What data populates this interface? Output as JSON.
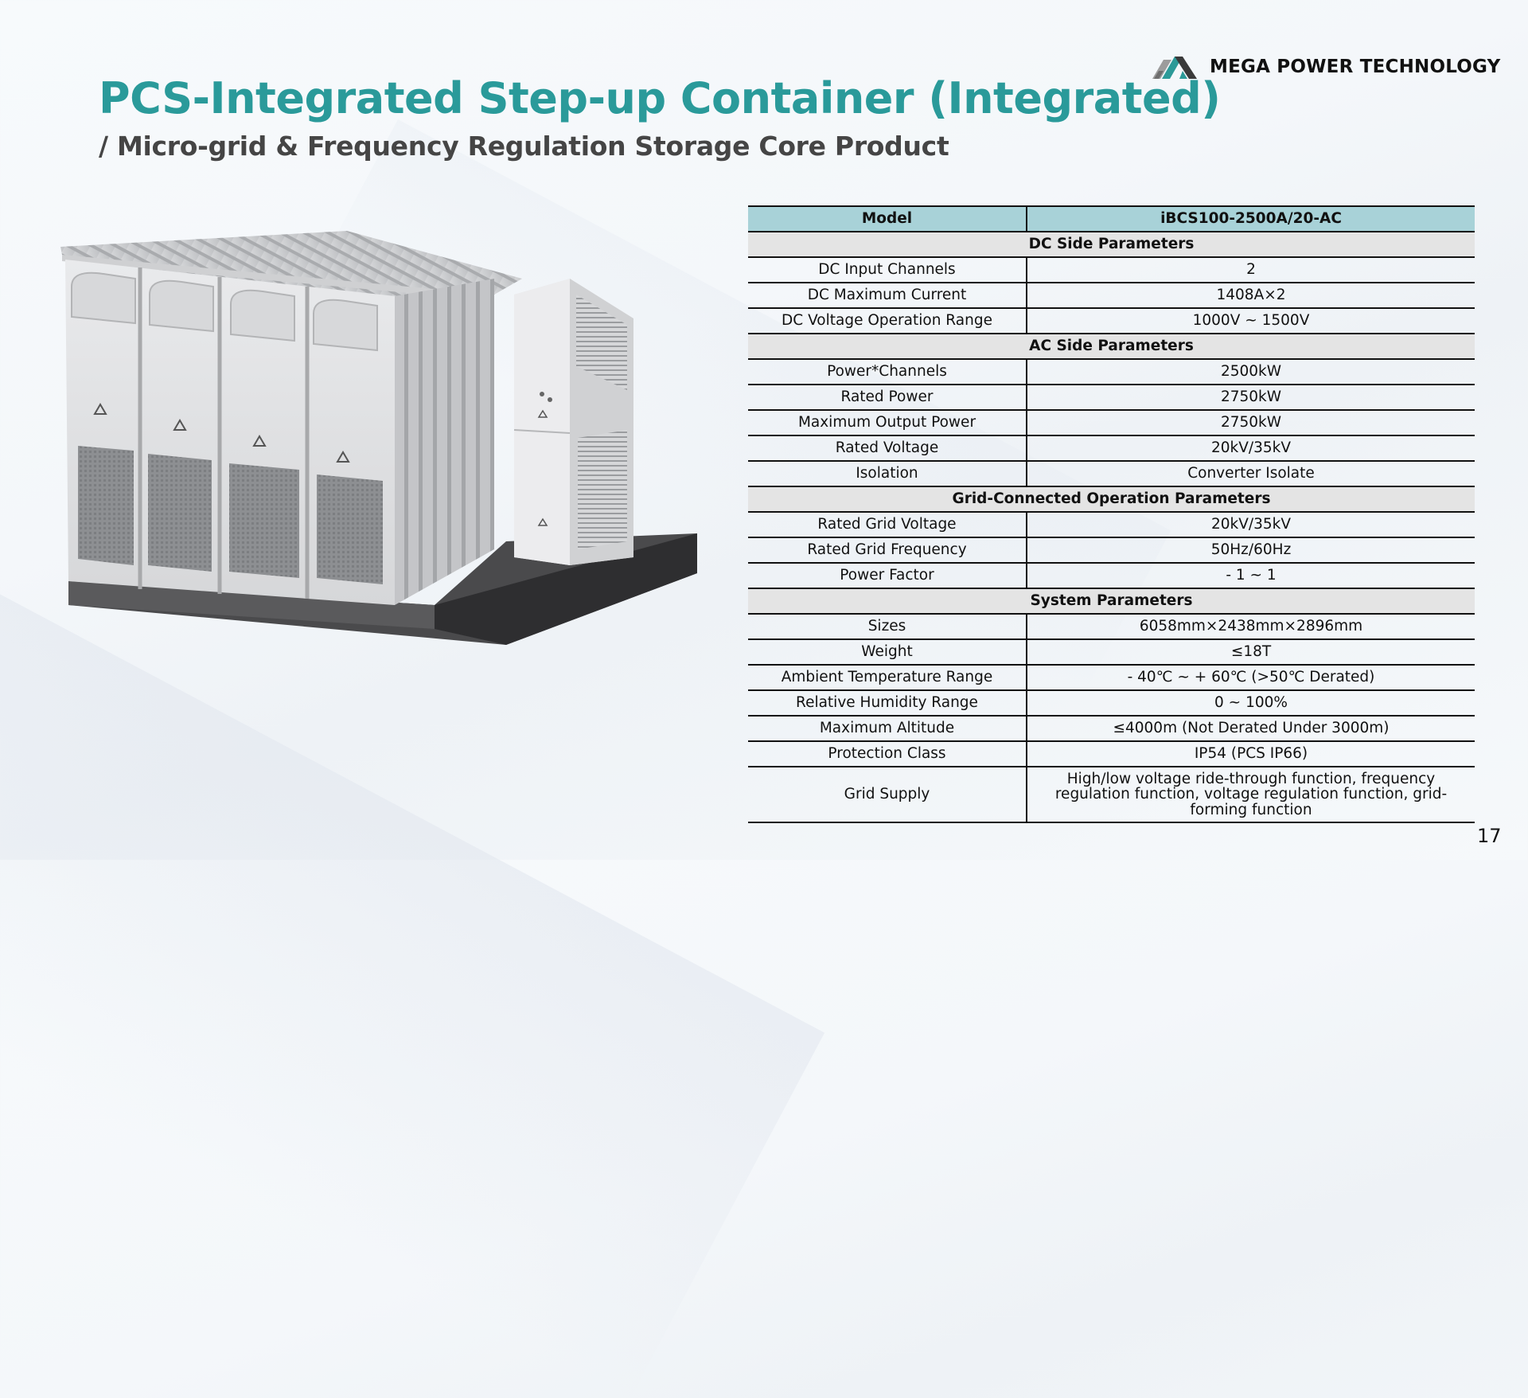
{
  "brand": {
    "name": "MEGA POWER TECHNOLOGY",
    "icon": "mega-power-logo-icon",
    "colors": {
      "teal": "#2a9a9a",
      "gray": "#9a9a9a",
      "dark": "#3a3a3a"
    }
  },
  "header": {
    "title": "PCS-Integrated Step-up Container (Integrated)",
    "subtitle": "/ Micro-grid & Frequency Regulation Storage Core Product"
  },
  "product_image": {
    "icon": "step-up-container-illustration"
  },
  "table": {
    "header": {
      "label": "Model",
      "value": "iBCS100-2500A/20-AC"
    },
    "sections": [
      {
        "title": "DC Side Parameters",
        "rows": [
          {
            "label": "DC Input Channels",
            "value": "2"
          },
          {
            "label": "DC Maximum Current",
            "value": "1408A×2"
          },
          {
            "label": "DC Voltage Operation Range",
            "value": "1000V ~ 1500V"
          }
        ]
      },
      {
        "title": "AC Side Parameters",
        "rows": [
          {
            "label": "Power*Channels",
            "value": "2500kW"
          },
          {
            "label": "Rated Power",
            "value": "2750kW"
          },
          {
            "label": "Maximum Output Power",
            "value": "2750kW"
          },
          {
            "label": "Rated Voltage",
            "value": "20kV/35kV"
          },
          {
            "label": "Isolation",
            "value": "Converter Isolate"
          }
        ]
      },
      {
        "title": "Grid-Connected Operation Parameters",
        "rows": [
          {
            "label": "Rated Grid Voltage",
            "value": "20kV/35kV"
          },
          {
            "label": "Rated Grid Frequency",
            "value": "50Hz/60Hz"
          },
          {
            "label": "Power Factor",
            "value": "- 1 ~ 1"
          }
        ]
      },
      {
        "title": "System Parameters",
        "rows": [
          {
            "label": "Sizes",
            "value": "6058mm×2438mm×2896mm"
          },
          {
            "label": "Weight",
            "value": "≤18T"
          },
          {
            "label": "Ambient Temperature Range",
            "value": "- 40℃ ~ + 60℃  (>50℃ Derated)"
          },
          {
            "label": "Relative Humidity Range",
            "value": "0 ~ 100%"
          },
          {
            "label": "Maximum Altitude",
            "value": "≤4000m  (Not Derated Under 3000m)"
          },
          {
            "label": "Protection Class",
            "value": "IP54     (PCS IP66)"
          },
          {
            "label": "Grid Supply",
            "value": "High/low voltage ride-through function, frequency regulation function, voltage regulation function, grid-forming function"
          }
        ]
      }
    ],
    "colors": {
      "header_bg": "#a8d2d8",
      "section_bg": "#e4e4e4",
      "border": "#111111"
    }
  },
  "footer": {
    "page_number": "17"
  }
}
